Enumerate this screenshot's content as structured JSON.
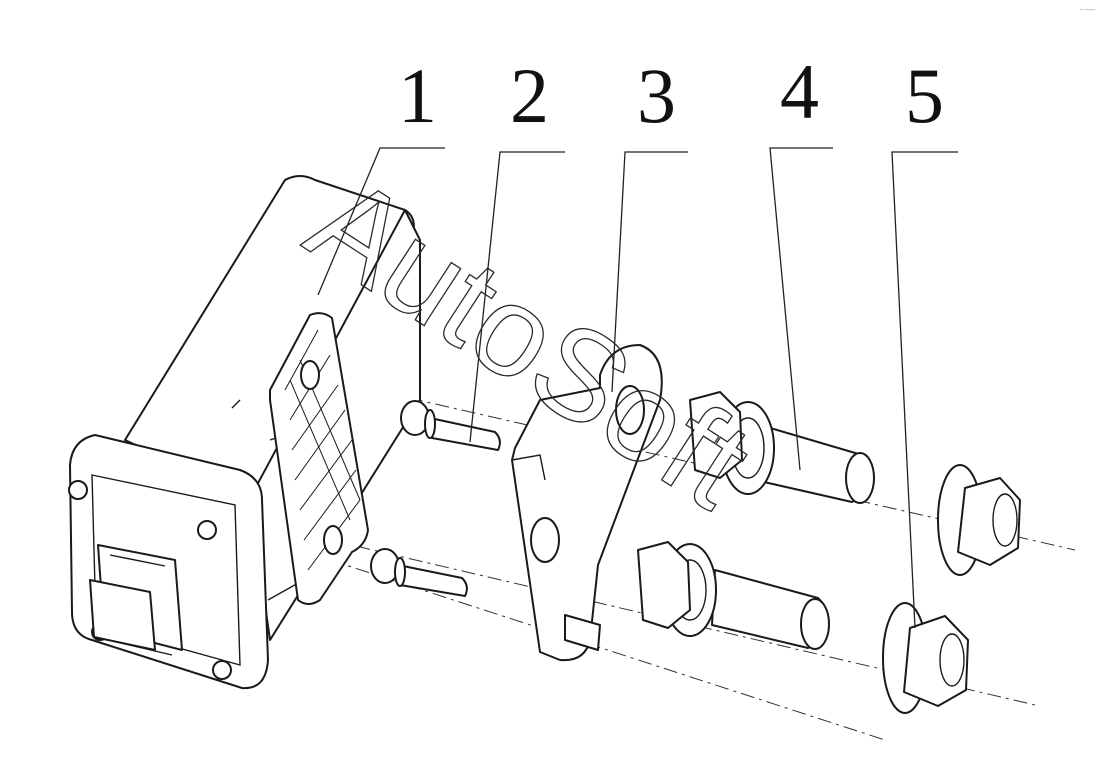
{
  "callouts": [
    "1",
    "2",
    "3",
    "4",
    "5"
  ],
  "watermark": "AutoSoft",
  "colors": {
    "line": "#1a1a1a",
    "background": "#ffffff"
  }
}
